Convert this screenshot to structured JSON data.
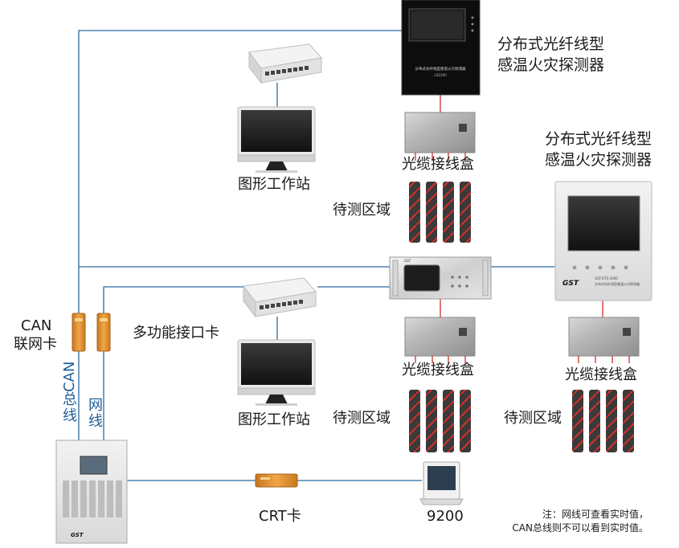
{
  "labels": {
    "detector_top_line1": "分布式光纤线型",
    "detector_top_line2": "感温火灾探测器",
    "detector_right_line1": "分布式光纤线型",
    "detector_right_line2": "感温火灾探测器",
    "workstation_top": "图形工作站",
    "workstation_mid": "图形工作站",
    "junction_top": "光缆接线盒",
    "junction_mid": "光缆接线盒",
    "junction_right": "光缆接线盒",
    "zone_top": "待测区域",
    "zone_mid": "待测区域",
    "zone_right": "待测区域",
    "can_card_line1": "CAN",
    "can_card_line2": "联网卡",
    "multi_interface_card": "多功能接口卡",
    "can_bus_vertical": [
      "CAN",
      "总",
      "线"
    ],
    "network_vertical": [
      "网",
      "线"
    ],
    "crt_card": "CRT卡",
    "terminal_9200": "9200",
    "note_line1": "注：网线可查看实时值，",
    "note_line2": "CAN总线则不可以看到实时值。"
  },
  "device_text": {
    "top_detector_panel_caption": "分布式光纤线型感温火灾探测器",
    "top_detector_panel_model": "LD2200",
    "right_detector_brand": "GST",
    "right_detector_model": "GST-DTS-2000",
    "right_detector_caption": "分布式光纤线型感温火灾探测器",
    "controller_brand": "GST",
    "rack_brand": "GST"
  },
  "colors": {
    "line_blue": "#2b6aa0",
    "cable_red": "#d0302a",
    "cable_dark": "#333333",
    "card_orange": "#e8972e",
    "vertical_text": "#1f5f9a"
  }
}
